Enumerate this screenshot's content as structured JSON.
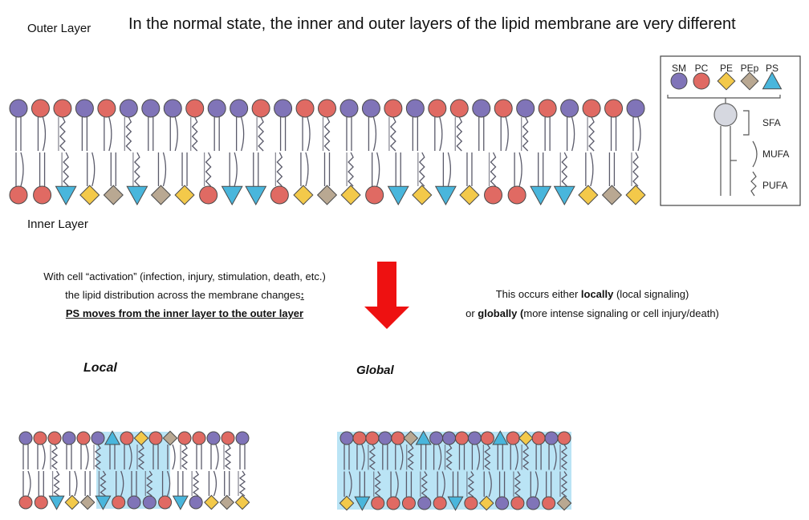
{
  "labels": {
    "outer_layer": "Outer Layer",
    "inner_layer": "Inner Layer",
    "title": "In the normal state, the inner and outer layers of the lipid membrane are very different",
    "local": "Local",
    "global": "Global"
  },
  "activation": {
    "line1": "With cell “activation”  (infection, injury, stimulation, death, etc.)",
    "line2_pre": "the lipid distribution across the membrane changes",
    "line2_colon": ":",
    "line3": "PS moves from the inner layer to the outer layer"
  },
  "occurs": {
    "l1_a": "This occurs either ",
    "l1_b": "locally",
    "l1_c": " (local signaling)",
    "l2_a": "or ",
    "l2_b": "globally",
    "l2_c": " (",
    "l2_d": "more intense signaling or cell injury/death)"
  },
  "legend": {
    "items": [
      {
        "code": "SM",
        "shape": "circle",
        "color": "#8074b8"
      },
      {
        "code": "PC",
        "shape": "circle",
        "color": "#e06a63"
      },
      {
        "code": "PE",
        "shape": "diamond",
        "color": "#f3c94a"
      },
      {
        "code": "PEp",
        "shape": "diamond",
        "color": "#b9a892"
      },
      {
        "code": "PS",
        "shape": "triangle",
        "color": "#49b6dc"
      }
    ],
    "tails": [
      "SFA",
      "MUFA",
      "PUFA"
    ]
  },
  "colors": {
    "SM": "#8074b8",
    "PC": "#e06a63",
    "PE": "#f3c94a",
    "PEp": "#b9a892",
    "PS": "#49b6dc",
    "arrow": "#ee1111",
    "highlight": "#a9ddf2"
  },
  "membranes": {
    "normal": {
      "top": [
        "SM",
        "PC",
        "PC",
        "SM",
        "PC",
        "SM",
        "SM",
        "SM",
        "PC",
        "SM",
        "SM",
        "PC",
        "SM",
        "PC",
        "PC",
        "SM",
        "SM",
        "PC",
        "SM",
        "PC",
        "PC",
        "SM",
        "PC",
        "SM",
        "PC",
        "SM",
        "PC",
        "PC",
        "SM"
      ],
      "bottom": [
        "PC",
        "PC",
        "PS",
        "PE",
        "PEp",
        "PS",
        "PEp",
        "PE",
        "PC",
        "PS",
        "PS",
        "PC",
        "PE",
        "PEp",
        "PE",
        "PC",
        "PS",
        "PE",
        "PS",
        "PE",
        "PC",
        "PC",
        "PS",
        "PS",
        "PE",
        "PEp",
        "PE"
      ]
    },
    "local": {
      "top": [
        "SM",
        "PC",
        "PC",
        "SM",
        "PC",
        "SM",
        "PS",
        "PC",
        "PE",
        "PC",
        "PEp",
        "PC",
        "PC",
        "SM",
        "PC",
        "SM"
      ],
      "bottom": [
        "PC",
        "PC",
        "PS",
        "PE",
        "PEp",
        "PS",
        "PC",
        "SM",
        "SM",
        "PC",
        "PS",
        "SM",
        "PE",
        "PEp",
        "PE"
      ]
    },
    "global": {
      "top": [
        "SM",
        "PC",
        "PC",
        "SM",
        "PC",
        "PEp",
        "PS",
        "SM",
        "SM",
        "PC",
        "SM",
        "PC",
        "PS",
        "PC",
        "PE",
        "PC",
        "SM",
        "PC"
      ],
      "bottom": [
        "PE",
        "PS",
        "PC",
        "PC",
        "PC",
        "SM",
        "PC",
        "PS",
        "PC",
        "PE",
        "SM",
        "PC",
        "SM",
        "PC",
        "PEp"
      ]
    }
  }
}
